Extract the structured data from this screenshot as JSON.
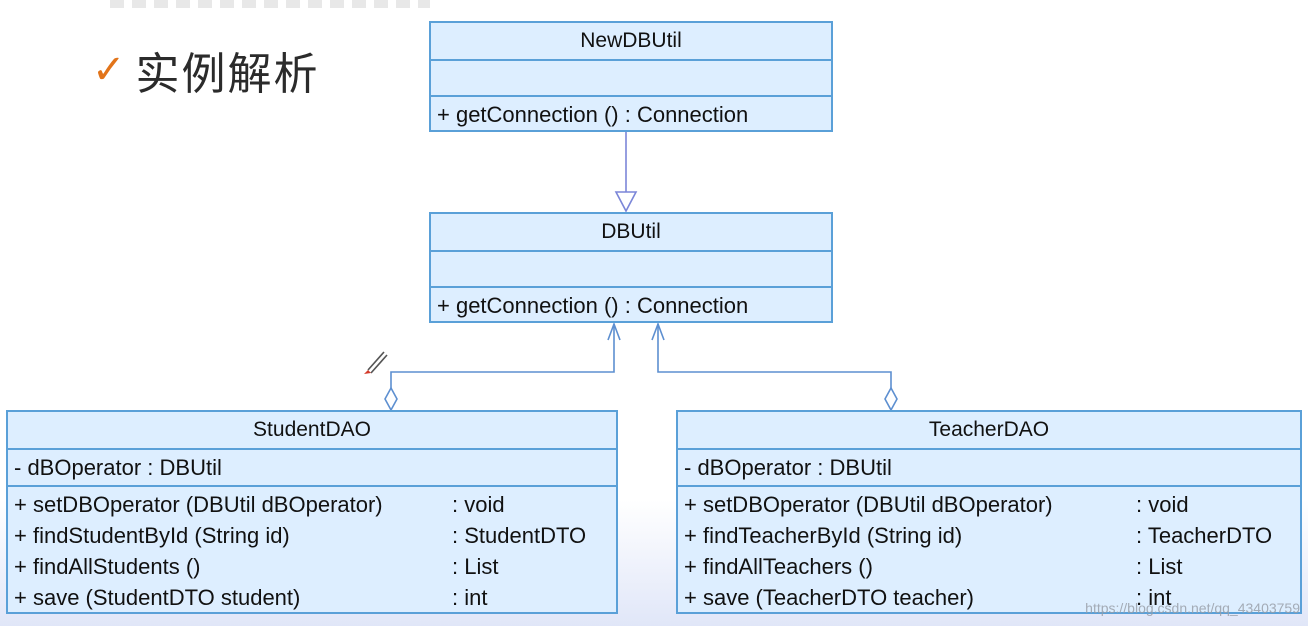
{
  "slide": {
    "check_glyph": "✓",
    "title": "实例解析"
  },
  "classes": {
    "newdbutil": {
      "name": "NewDBUtil",
      "attributes": [],
      "operations": [
        {
          "sig": "+ getConnection () : Connection",
          "type": ""
        }
      ]
    },
    "dbutil": {
      "name": "DBUtil",
      "attributes": [],
      "operations": [
        {
          "sig": "+ getConnection () : Connection",
          "type": ""
        }
      ]
    },
    "studentdao": {
      "name": "StudentDAO",
      "attributes": [
        "- dBOperator : DBUtil"
      ],
      "operations": [
        {
          "sig": "+ setDBOperator (DBUtil dBOperator)",
          "type": ": void"
        },
        {
          "sig": "+ findStudentById (String id)",
          "type": ": StudentDTO"
        },
        {
          "sig": "+ findAllStudents ()",
          "type": ": List"
        },
        {
          "sig": "+ save (StudentDTO student)",
          "type": ": int"
        }
      ]
    },
    "teacherdao": {
      "name": "TeacherDAO",
      "attributes": [
        "- dBOperator : DBUtil"
      ],
      "operations": [
        {
          "sig": "+ setDBOperator (DBUtil dBOperator)",
          "type": ": void"
        },
        {
          "sig": "+ findTeacherById (String id)",
          "type": ": TeacherDTO"
        },
        {
          "sig": "+ findAllTeachers ()",
          "type": ": List"
        },
        {
          "sig": "+ save (TeacherDTO teacher)",
          "type": ": int"
        }
      ]
    }
  },
  "relations": [
    {
      "type": "generalization",
      "from": "NewDBUtil",
      "to": "DBUtil"
    },
    {
      "type": "aggregation",
      "from": "StudentDAO",
      "to": "DBUtil"
    },
    {
      "type": "aggregation",
      "from": "TeacherDAO",
      "to": "DBUtil"
    }
  ],
  "watermark": "https://blog.csdn.net/qq_43403759",
  "icons": {
    "pen": "pen-cursor-icon"
  },
  "colors": {
    "class_fill": "#ddeeff",
    "class_border": "#5aa0d8",
    "link": "#7b86d8",
    "check": "#e2741a"
  }
}
